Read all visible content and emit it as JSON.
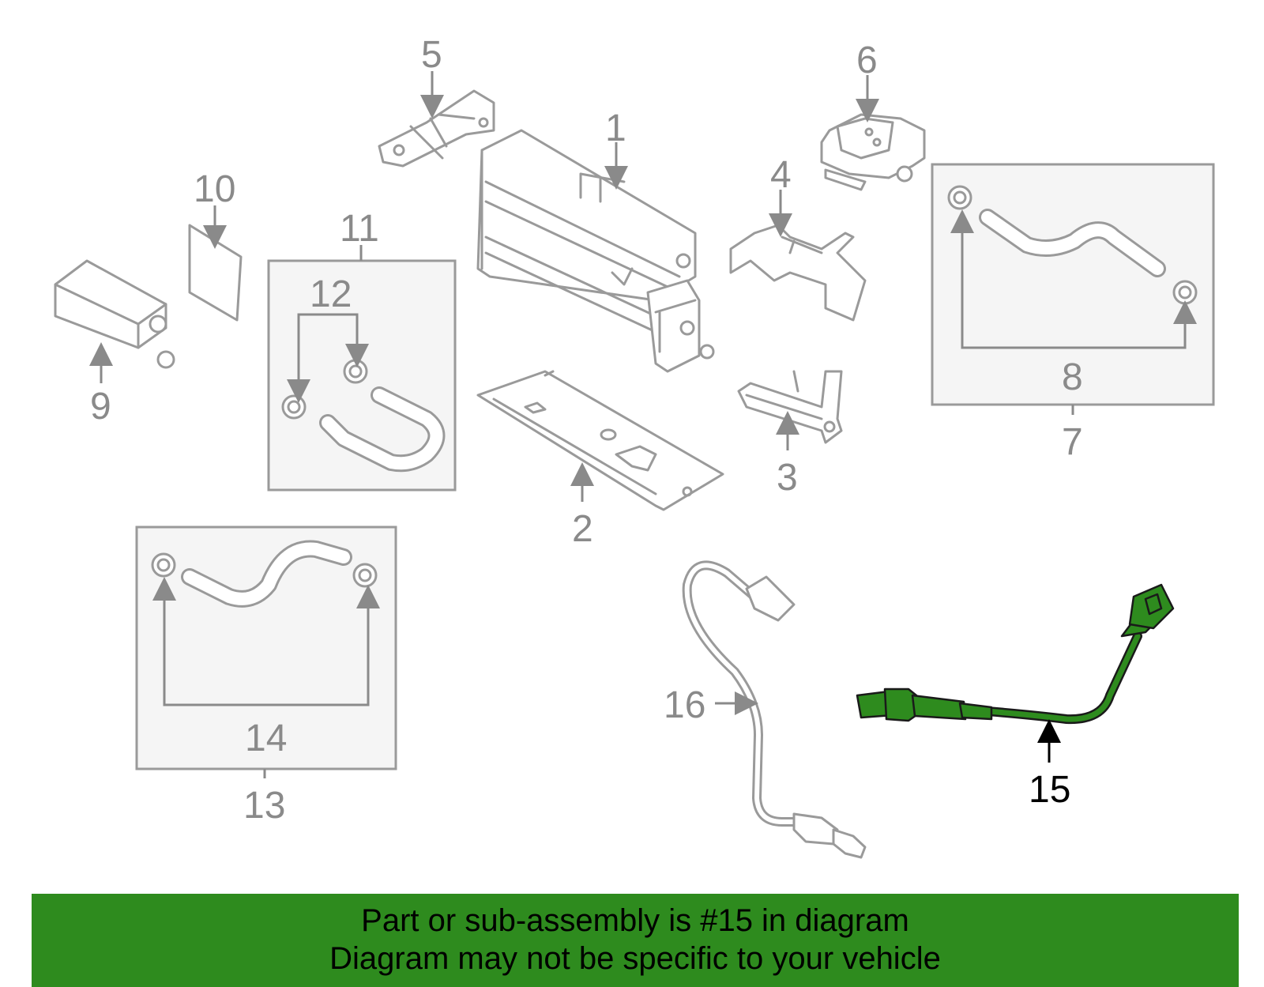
{
  "callouts": [
    {
      "id": "1",
      "label": "1"
    },
    {
      "id": "2",
      "label": "2"
    },
    {
      "id": "3",
      "label": "3"
    },
    {
      "id": "4",
      "label": "4"
    },
    {
      "id": "5",
      "label": "5"
    },
    {
      "id": "6",
      "label": "6"
    },
    {
      "id": "7",
      "label": "7"
    },
    {
      "id": "8",
      "label": "8"
    },
    {
      "id": "9",
      "label": "9"
    },
    {
      "id": "10",
      "label": "10"
    },
    {
      "id": "11",
      "label": "11"
    },
    {
      "id": "12",
      "label": "12"
    },
    {
      "id": "13",
      "label": "13"
    },
    {
      "id": "14",
      "label": "14"
    },
    {
      "id": "15",
      "label": "15"
    },
    {
      "id": "16",
      "label": "16"
    }
  ],
  "highlight": {
    "part": "15",
    "color": "#2e8b1e"
  },
  "banner": {
    "line1": "Part or sub-assembly is #15 in diagram",
    "line2": "Diagram may not be specific to your vehicle",
    "background": "#2e8b1e"
  }
}
